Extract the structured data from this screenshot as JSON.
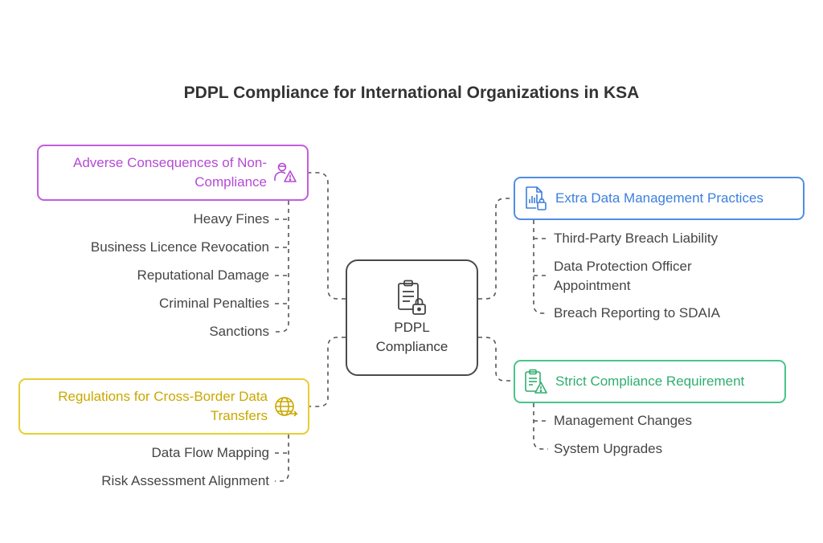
{
  "title": "PDPL Compliance for International Organizations in KSA",
  "center": {
    "label_line1": "PDPL",
    "label_line2": "Compliance",
    "icon": "clipboard-lock-icon"
  },
  "branches": {
    "adverse": {
      "label_line1": "Adverse Consequences of Non-",
      "label_line2": "Compliance",
      "icon": "person-warning-icon",
      "color": "#c25de0",
      "items": [
        "Heavy Fines",
        "Business Licence Revocation",
        "Reputational Damage",
        "Criminal Penalties",
        "Sanctions"
      ]
    },
    "regs": {
      "label_line1": "Regulations for Cross-Border Data",
      "label_line2": "Transfers",
      "icon": "globe-arrows-icon",
      "color": "#e4cf32",
      "items": [
        "Data Flow Mapping",
        "Risk Assessment Alignment"
      ]
    },
    "extra": {
      "label": "Extra Data Management Practices",
      "icon": "document-chart-lock-icon",
      "color": "#4f8ee4",
      "items": [
        "Third-Party Breach Liability",
        "Data Protection Officer",
        "Appointment",
        "Breach Reporting to SDAIA"
      ]
    },
    "strict": {
      "label": "Strict Compliance Requirement",
      "icon": "clipboard-warning-icon",
      "color": "#48c48a",
      "items": [
        "Management Changes",
        "System Upgrades"
      ]
    }
  }
}
